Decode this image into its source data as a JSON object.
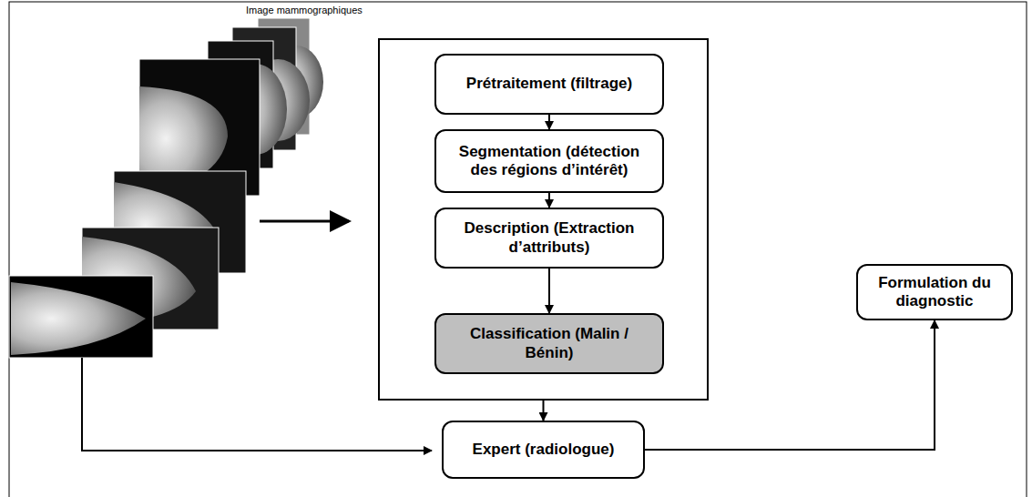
{
  "diagram": {
    "nodes": [
      {
        "text": []
      },
      {
        "text": [
          "Prétraitement (filtrage)"
        ],
        "in": 0
      },
      {
        "text": [
          "Segmentation (détection des régions d’intérêt)"
        ],
        "in": 0
      },
      {
        "text": [
          "Description (Extraction d’attributs)"
        ],
        "in": 0
      },
      {
        "text": [
          "Classification (Malin / Bénin)"
        ],
        "in": 0
      },
      {
        "text": [
          "Expert (radiologue)"
        ]
      },
      {
        "text": [
          "Formulation du diagnostic"
        ]
      }
    ],
    "edges": [
      {
        "from": 1,
        "to": 2,
        "arrow": "to"
      },
      {
        "from": 2,
        "to": 3,
        "arrow": "to"
      },
      {
        "from": 3,
        "to": 4,
        "arrow": "to"
      },
      {
        "from": 0,
        "to": 5,
        "arrow": "to"
      },
      {
        "from": 5,
        "to": 6,
        "arrow": "to"
      }
    ],
    "labels": [
      "Image mammographiques"
    ]
  }
}
